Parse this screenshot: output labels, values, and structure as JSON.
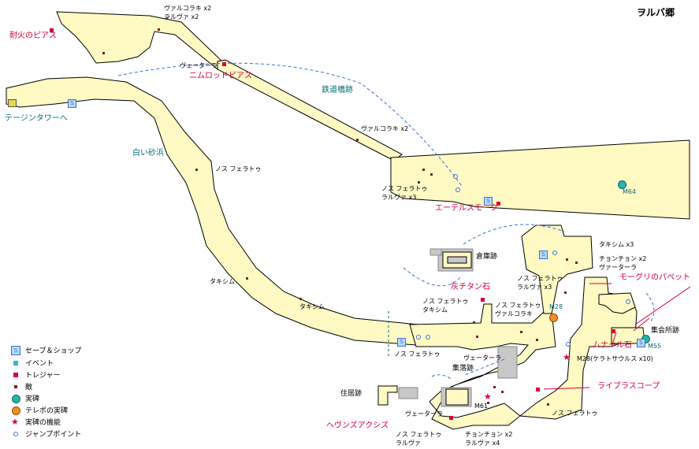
{
  "title": "ヲルバ郷",
  "colors": {
    "ground": "#fff9c4",
    "outline": "#000000",
    "building": "#c8c8c8",
    "route": "#3a72d8",
    "treasure": "#d7003a",
    "enemy": "#7a1f2b",
    "teal": "#006e7a"
  },
  "areas": {
    "tetsudo": "鉄道橋跡",
    "shiroi": "白い砂浜",
    "souko": "倉庫跡",
    "shuraku": "集落跡",
    "jukyo": "住居跡",
    "shukaijo": "集会所跡"
  },
  "treasures": {
    "taika": "耐火のピアス",
    "nimrod": "ニムロッドピアス",
    "ether": "エーテルスモーク",
    "haitan": "灰チタン石",
    "moogle": "モーグリのパペット",
    "munar": "ムナール石",
    "library": "ライブラスコープ",
    "heavens": "ヘヴンズアクシズ"
  },
  "exits": {
    "tejin": "テージンタワーへ"
  },
  "monuments": {
    "m64": "M64",
    "m28": "M28",
    "m55": "M55",
    "m61": "M61",
    "m28b": "M28(ケラトサウルス x10)"
  },
  "enemies": {
    "e1": "ヴァルコラキ x2",
    "e1b": "ラルヴァ x2",
    "e2": "ヴェーターラ",
    "e3": "ヴァルコラキ x2",
    "e4": "ノス フェラトゥ",
    "e4b": "ラルヴァ x3",
    "e5": "ノス フェラトゥ",
    "e6": "タキシム",
    "e7": "タキシム",
    "e8": "タキシム x3",
    "e9": "チョンチョン x2",
    "e9b": "ヴァーターラ",
    "e10": "ノス フェラトゥ",
    "e10b": "ラルヴァ x3",
    "e11": "ノス フェラトゥ",
    "e11b": "タキシム",
    "e12": "ノス フェラトゥ",
    "e12b": "ヴァルコラキ",
    "e13": "ノス フェラトゥ",
    "e14": "ヴェーターラ",
    "e15": "ヴェーターラ",
    "e16": "ノス フェラトゥ",
    "e16b": "ラルヴァ",
    "e17": "チョンチョン x2",
    "e17b": "ラルヴァ x4",
    "e18": "ノス フェラトゥ"
  },
  "legend": {
    "save": "セーブ＆ショップ",
    "event": "イベント",
    "treasure": "トレジャー",
    "enemy": "敵",
    "monument": "実碑",
    "teleport": "テレポの実碑",
    "mechanism": "実碑の機能",
    "jump": "ジャンプポイント"
  }
}
